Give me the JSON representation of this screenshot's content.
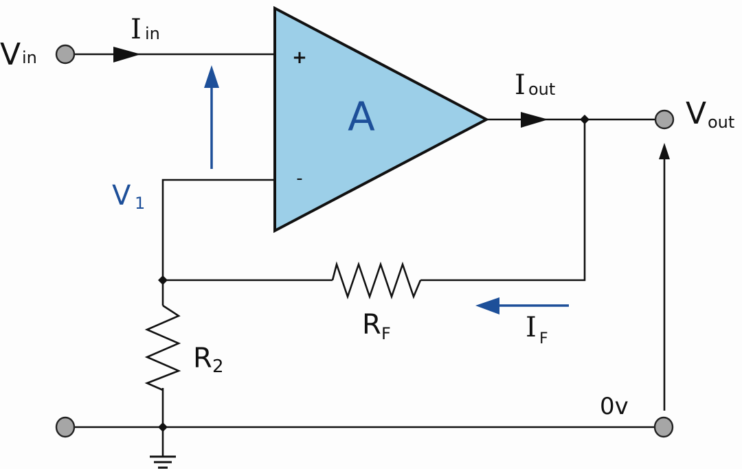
{
  "diagram": {
    "type": "non-inverting operational amplifier circuit",
    "colors": {
      "opamp_fill": "#9ccfe8",
      "accent_blue": "#1d4f99",
      "wire": "#111111",
      "terminal": "#a6a6a6"
    },
    "amplifier": {
      "label": "A",
      "plus_label": "+",
      "minus_label": "-"
    },
    "labels": {
      "vin_main": "V",
      "vin_sub": "in",
      "iin_main": "I",
      "iin_sub": "in",
      "iout_main": "I",
      "iout_sub": "out",
      "vout_main": "V",
      "vout_sub": "out",
      "v1_main": "V",
      "v1_sub": "1",
      "rf_main": "R",
      "rf_sub": "F",
      "if_main": "I",
      "if_sub": "F",
      "r2_main": "R",
      "r2_sub": "2",
      "ground_ref": "0v"
    },
    "components": [
      "Op-amp A",
      "Feedback resistor RF",
      "Resistor R2",
      "Ground"
    ],
    "terminals": [
      "Vin",
      "Vout",
      "Ground-left",
      "Ground-right (0v)"
    ]
  }
}
